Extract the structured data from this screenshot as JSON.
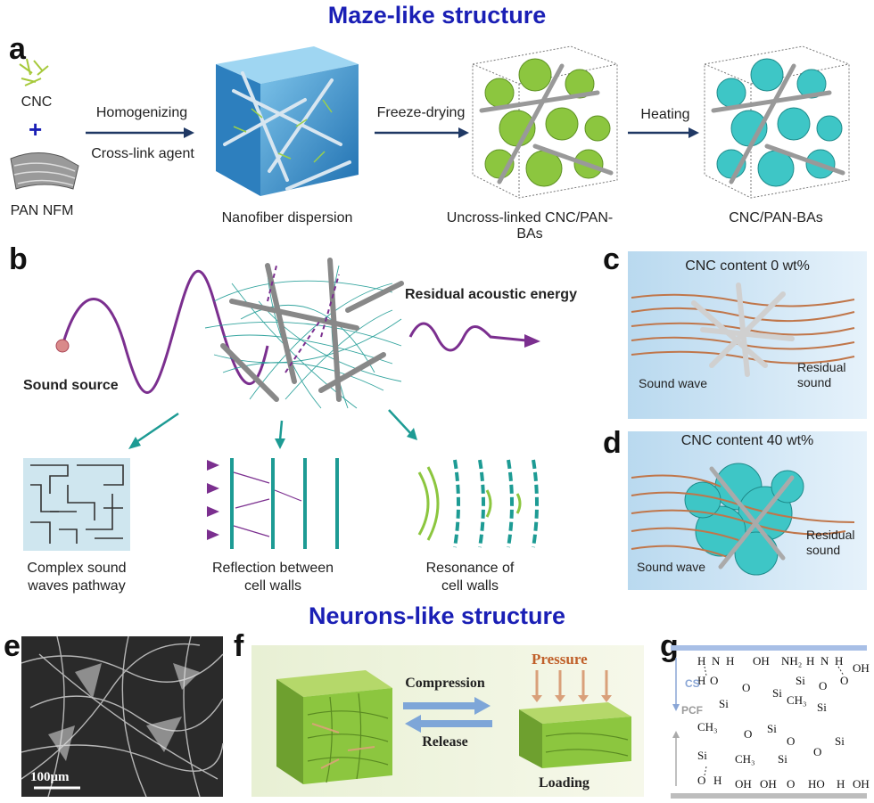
{
  "titles": {
    "maze": "Maze-like structure",
    "neurons": "Neurons-like structure"
  },
  "panel_letters": [
    "a",
    "b",
    "c",
    "d",
    "e",
    "f",
    "g"
  ],
  "panel_a": {
    "cnc": "CNC",
    "plus": "+",
    "pan": "PAN NFM",
    "step1_top": "Homogenizing",
    "step1_bottom": "Cross-link agent",
    "step2": "Freeze-drying",
    "step3": "Heating",
    "cube1": "Nanofiber dispersion",
    "cube2": "Uncross-linked CNC/PAN-BAs",
    "cube3": "CNC/PAN-BAs"
  },
  "panel_b": {
    "source": "Sound source",
    "residual": "Residual acoustic energy",
    "mech1_line1": "Complex sound",
    "mech1_line2": "waves pathway",
    "mech2_line1": "Reflection between",
    "mech2_line2": "cell walls",
    "mech3_line1": "Resonance of",
    "mech3_line2": "cell walls"
  },
  "panel_c": {
    "title": "CNC content 0 wt%",
    "wave": "Sound wave",
    "residual_line1": "Residual",
    "residual_line2": "sound"
  },
  "panel_d": {
    "title": "CNC content 40 wt%",
    "wave": "Sound wave",
    "residual_line1": "Residual",
    "residual_line2": "sound"
  },
  "panel_e": {
    "scale": "100μm"
  },
  "panel_f": {
    "compression": "Compression",
    "release": "Release",
    "pressure": "Pressure",
    "loading": "Loading"
  },
  "panel_g": {
    "cs": "CS",
    "pcf": "PCF"
  },
  "colors": {
    "title_blue": "#1a1fb5",
    "teal": "#1d9b94",
    "purple": "#7b2f8f",
    "green": "#8cc63f",
    "cyan": "#3ec6c6",
    "copper": "#c0764a"
  }
}
